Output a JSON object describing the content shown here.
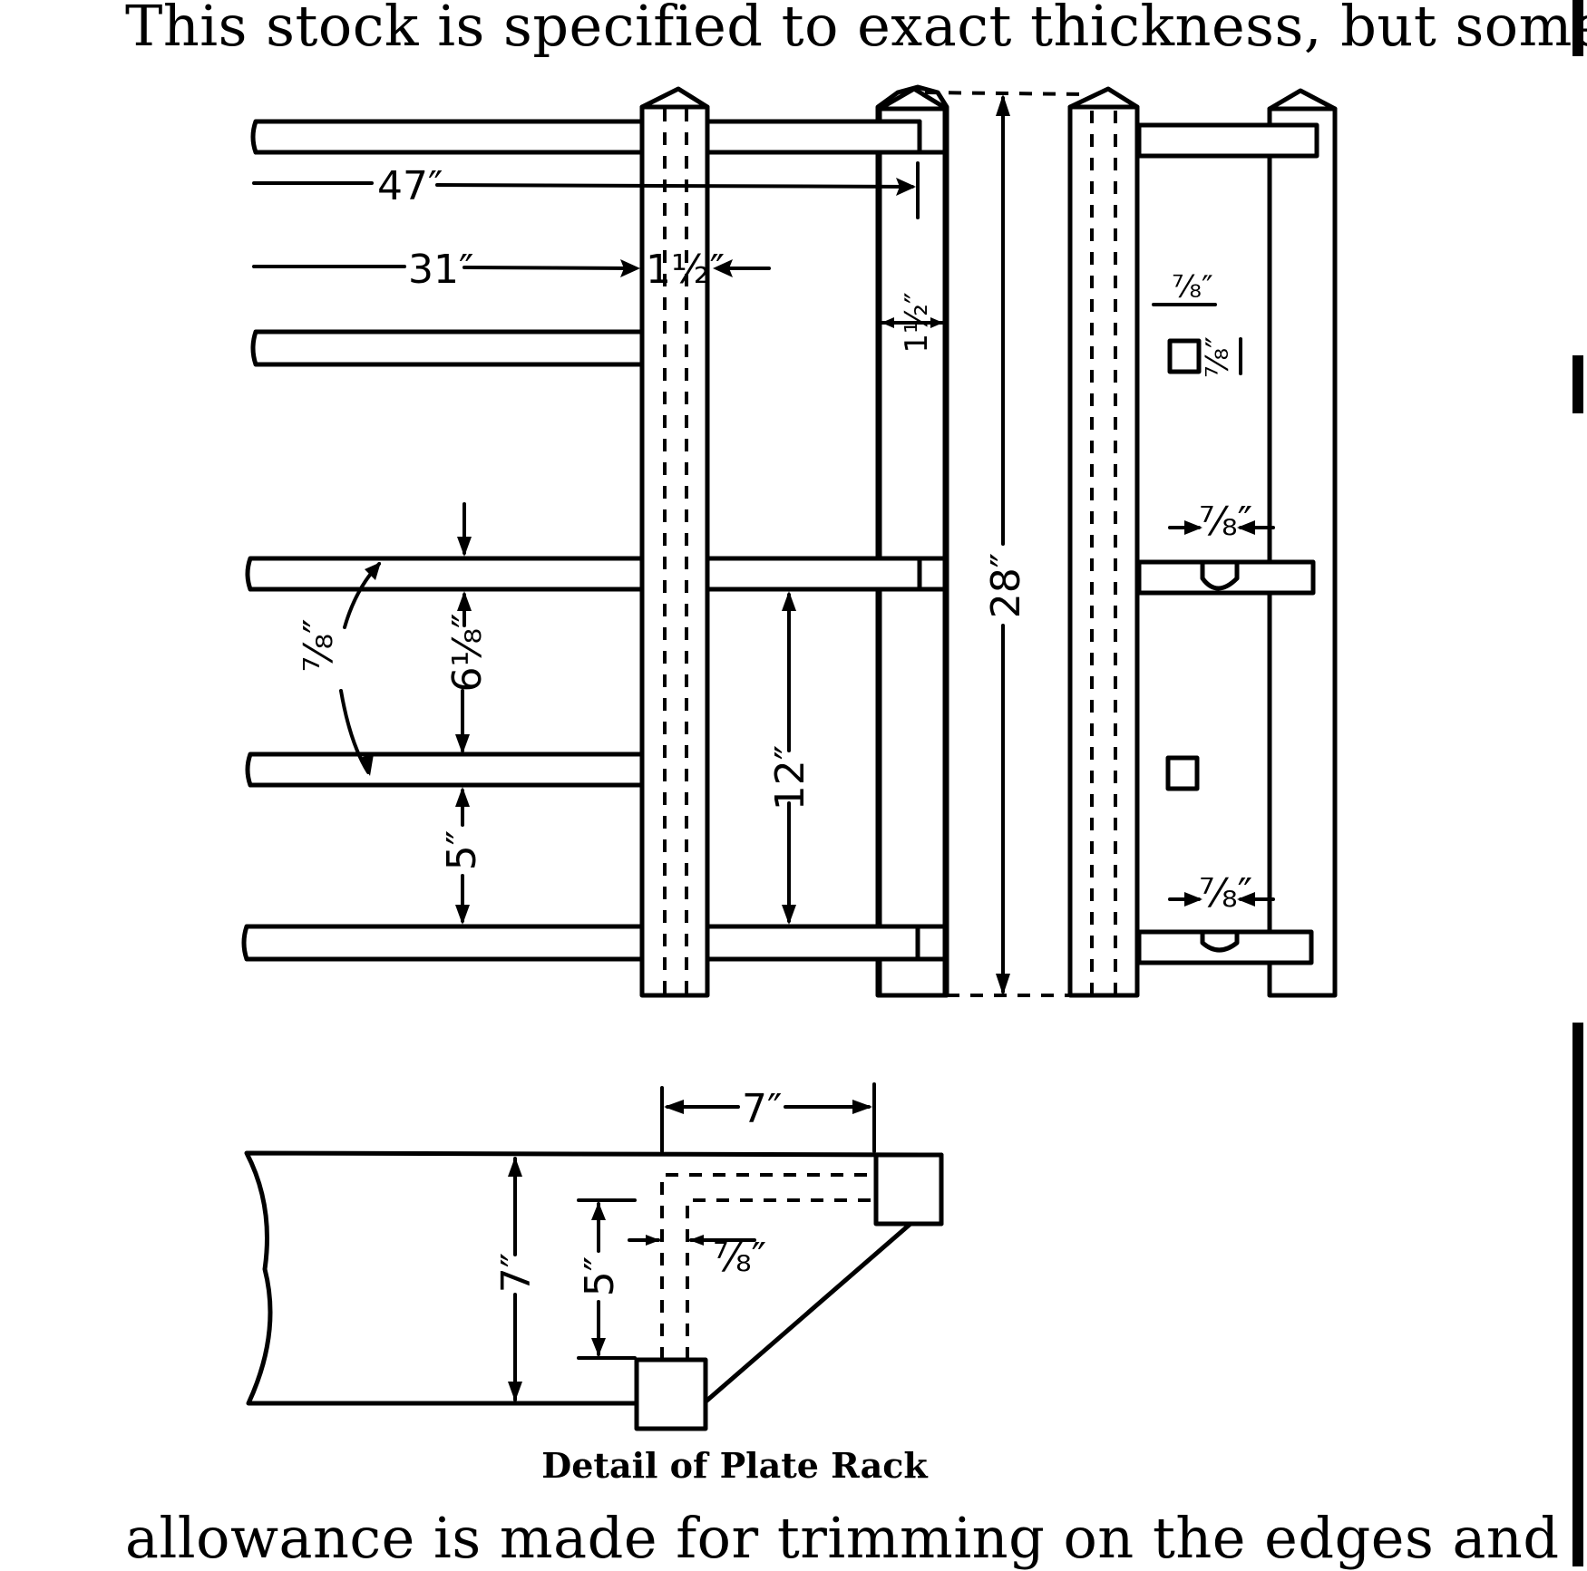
{
  "page": {
    "text_top": "This stock is specified to exact thickness, but some",
    "text_bottom": "allowance is made for trimming on the edges and",
    "caption": "Detail of Plate Rack"
  },
  "figure": {
    "front_view": {
      "dim_rail_long": "47″",
      "dim_rail_short": "31″",
      "dim_post_width": "1½″",
      "dim_back_post_width": "1½″",
      "dim_rail_thickness": "⅞″",
      "dim_rail_gap_upper": "6⅛″",
      "dim_rail_gap_lower": "5″",
      "dim_post_spacing": "12″",
      "dim_height": "28″"
    },
    "side_view": {
      "dim_mortise_width": "⅞″",
      "dim_mortise_height": "⅞″",
      "dim_notch_upper": "⅞″",
      "dim_notch_lower": "⅞″"
    },
    "end_detail": {
      "dim_width": "7″",
      "dim_height": "7″",
      "dim_offset": "5″",
      "dim_thickness": "⅞″"
    }
  }
}
